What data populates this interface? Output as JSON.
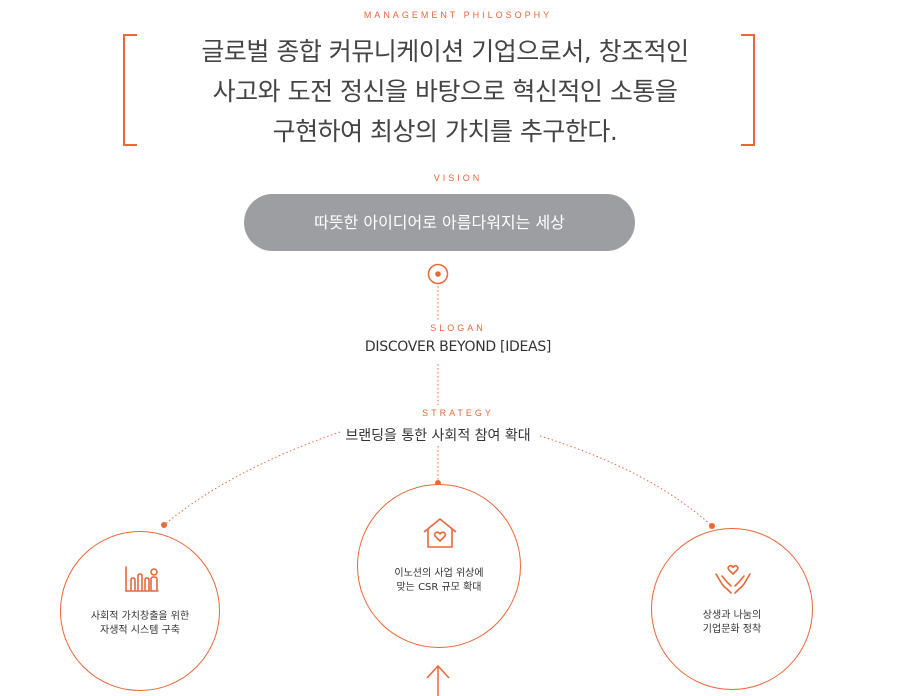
{
  "philosophy": {
    "label": "MANAGEMENT PHILOSOPHY",
    "line1": "글로벌 종합 커뮤니케이션 기업으로서, 창조적인",
    "line2": "사고와 도전 정신을 바탕으로 혁신적인 소통을",
    "line3": "구현하여 최상의 가치를 추구한다."
  },
  "vision": {
    "label": "VISION",
    "text": "따뜻한 아이디어로 아름다워지는 세상"
  },
  "slogan": {
    "label": "SLOGAN",
    "text": "DISCOVER BEYOND [IDEAS]"
  },
  "strategy": {
    "label": "STRATEGY",
    "text": "브랜딩을 통한 사회적 참여 확대"
  },
  "pillars": [
    {
      "icon": "growth-chart-person-icon",
      "line1": "사회적 가치창출을 위한",
      "line2": "자생적 시스템 구축"
    },
    {
      "icon": "house-heart-icon",
      "line1": "이노션의 사업 위상에",
      "line2": "맞는 CSR 규모 확대"
    },
    {
      "icon": "hands-heart-icon",
      "line1": "상생과 나눔의",
      "line2": "기업문화 정착"
    }
  ],
  "colors": {
    "accent": "#e8683a",
    "pill": "#9c9ea2",
    "text": "#333333"
  }
}
